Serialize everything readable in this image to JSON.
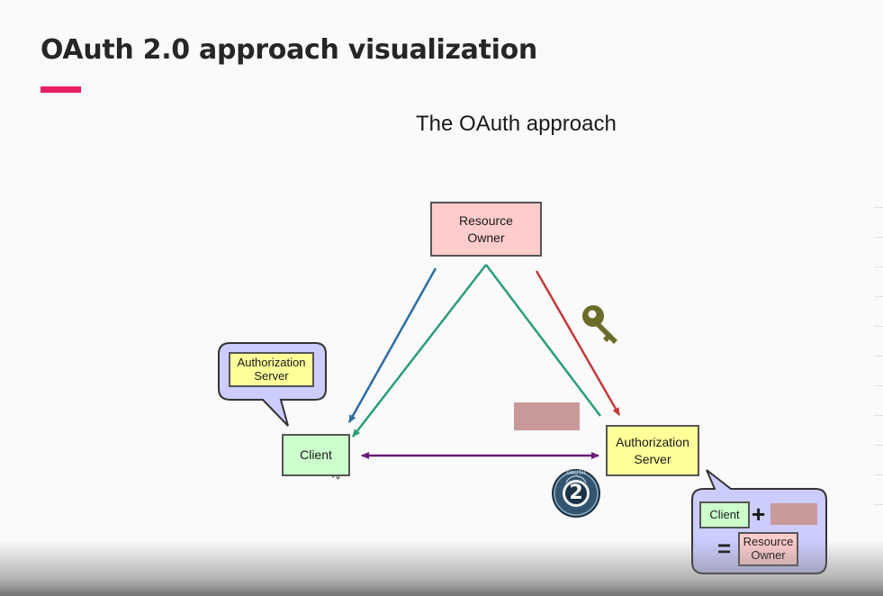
{
  "slide": {
    "title": "OAuth 2.0 approach visualization",
    "accent_color": "#e91e63"
  },
  "diagram": {
    "subtitle": "The OAuth approach",
    "nodes": {
      "resource_owner": "Resource Owner",
      "client": "Client",
      "authorization_server": "Authorization Server"
    },
    "client_bubble": {
      "text": "Authorization Server"
    },
    "server_bubble": {
      "client": "Client",
      "plus": "+",
      "equals": "=",
      "resource_owner": "Resource Owner"
    },
    "oauth_badge": {
      "label": "2",
      "ring_text": "OAUTH"
    },
    "icons": [
      "key-icon",
      "oauth2-badge-icon",
      "cursor-icon"
    ],
    "colors": {
      "resource_owner_box": "#ffcccc",
      "client_box": "#ccffcc",
      "server_box": "#ffff99",
      "bubble_fill": "#ccccff",
      "token": "#c99a9a",
      "arrow_blue": "#2e6da4",
      "arrow_teal": "#2a9d7c",
      "arrow_red": "#c43a3a",
      "arrow_purple": "#6a1b7a",
      "key": "#6b6b2a"
    }
  }
}
